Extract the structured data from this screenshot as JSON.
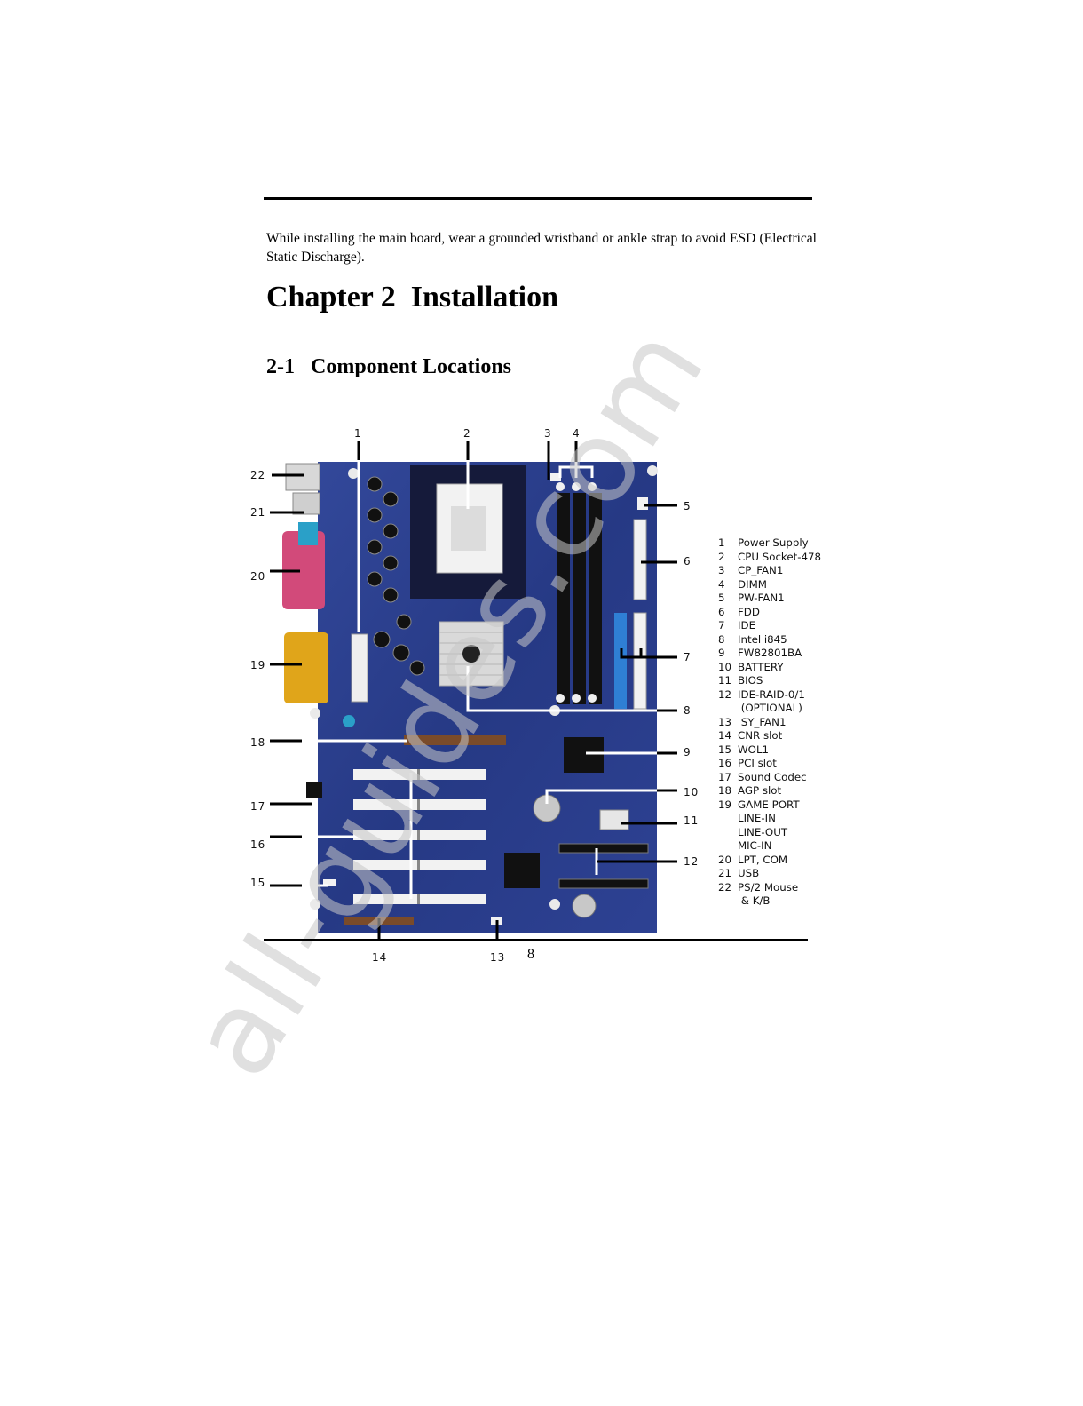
{
  "intro_text": "While installing the main board, wear a grounded wristband or ankle strap to avoid ESD (Electrical Static Discharge).",
  "chapter_title": "Chapter 2  Installation",
  "section_title": "2-1   Component Locations",
  "watermark": "all-guides.com",
  "page_number": "8",
  "callouts": [
    "1",
    "2",
    "3",
    "4",
    "5",
    "6",
    "7",
    "8",
    "9",
    "10",
    "11",
    "12",
    "13",
    "14",
    "15",
    "16",
    "17",
    "18",
    "19",
    "20",
    "21",
    "22"
  ],
  "legend": [
    {
      "n": "1",
      "label": "Power Supply"
    },
    {
      "n": "2",
      "label": "CPU Socket-478"
    },
    {
      "n": "3",
      "label": "CP_FAN1"
    },
    {
      "n": "4",
      "label": "DIMM"
    },
    {
      "n": "5",
      "label": "PW-FAN1"
    },
    {
      "n": "6",
      "label": "FDD"
    },
    {
      "n": "7",
      "label": "IDE"
    },
    {
      "n": "8",
      "label": "Intel i845"
    },
    {
      "n": "9",
      "label": "FW82801BA"
    },
    {
      "n": "10",
      "label": "BATTERY"
    },
    {
      "n": "11",
      "label": "BIOS"
    },
    {
      "n": "12",
      "label": "IDE-RAID-0/1"
    },
    {
      "n": "",
      "label": " (OPTIONAL)"
    },
    {
      "n": "13",
      "label": " SY_FAN1"
    },
    {
      "n": "14",
      "label": "CNR slot"
    },
    {
      "n": "15",
      "label": "WOL1"
    },
    {
      "n": "16",
      "label": "PCI slot"
    },
    {
      "n": "17",
      "label": "Sound Codec"
    },
    {
      "n": "18",
      "label": "AGP slot"
    },
    {
      "n": "19",
      "label": "GAME PORT"
    },
    {
      "n": "",
      "label": "LINE-IN"
    },
    {
      "n": "",
      "label": "LINE-OUT"
    },
    {
      "n": "",
      "label": "MIC-IN"
    },
    {
      "n": "20",
      "label": "LPT, COM"
    },
    {
      "n": "21",
      "label": "USB"
    },
    {
      "n": "22",
      "label": "PS/2 Mouse"
    },
    {
      "n": "",
      "label": " & K/B"
    }
  ],
  "colors": {
    "board": "#2a3d8c",
    "board_dark": "#1c2b6a",
    "slot_white": "#f2f2f2",
    "gameport": "#e0a51a",
    "lpt": "#d24a7a",
    "com": "#2aa0c8"
  }
}
